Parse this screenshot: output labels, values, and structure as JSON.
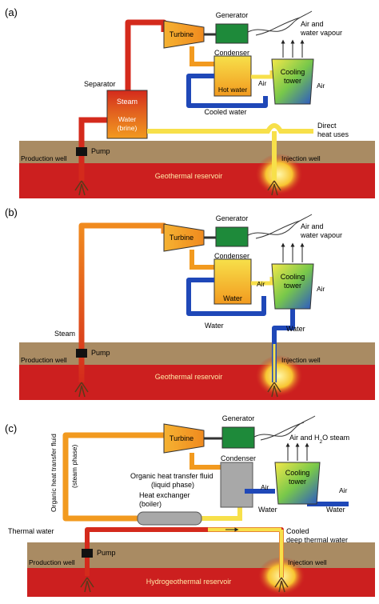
{
  "panels": [
    {
      "letter": "(a)",
      "generator": "Generator",
      "turbine": "Turbine",
      "condenser": "Condenser",
      "air_vapour_1": "Air and",
      "air_vapour_2": "water vapour",
      "cooling_1": "Cooling",
      "cooling_2": "tower",
      "air_left": "Air",
      "air_right": "Air",
      "cond_inside": "Hot water",
      "cooled_water": "Cooled water",
      "separator": "Separator",
      "steam": "Steam",
      "water_1": "Water",
      "water_2": "(brine)",
      "direct_1": "Direct",
      "direct_2": "heat uses",
      "pump": "Pump",
      "production_well": "Production well",
      "injection_well": "Injection well",
      "reservoir": "Geothermal reservoir"
    },
    {
      "letter": "(b)",
      "generator": "Generator",
      "turbine": "Turbine",
      "condenser": "Condenser",
      "air_vapour_1": "Air and",
      "air_vapour_2": "water vapour",
      "cooling_1": "Cooling",
      "cooling_2": "tower",
      "air_left": "Air",
      "air_right": "Air",
      "cond_inside": "Water",
      "water_label": "Water",
      "steam": "Steam",
      "pump": "Pump",
      "production_well": "Production well",
      "injection_well": "Injection well",
      "reservoir": "Geothermal reservoir"
    },
    {
      "letter": "(c)",
      "generator": "Generator",
      "turbine": "Turbine",
      "condenser": "Condenser",
      "air_steam_pre": "Air and H",
      "air_steam_sub": "2",
      "air_steam_post": "O steam",
      "cooling_1": "Cooling",
      "cooling_2": "tower",
      "air_left": "Air",
      "air_right": "Air",
      "water_left": "Water",
      "water_right": "Water",
      "organic_vertical_1": "Organic heat transfer fluid",
      "organic_vertical_2": "(steam phase)",
      "organic_liquid_1": "Organic heat transfer fluid",
      "organic_liquid_2": "(liquid phase)",
      "hx_1": "Heat exchanger",
      "hx_2": "(boiler)",
      "thermal_water": "Thermal water",
      "cooled_deep_1": "Cooled",
      "cooled_deep_2": "deep thermal water",
      "pump": "Pump",
      "production_well": "Production well",
      "injection_well": "Injection well",
      "reservoir": "Hydrogeothermal reservoir"
    }
  ],
  "colors": {
    "red": "#d42a1c",
    "orange": "#f29a1f",
    "yellow": "#f7e04a",
    "blue": "#1f48b8",
    "green": "#1e8a3a",
    "ground": "#a98b63",
    "reservoir": "#cc1f1f",
    "grey": "#a8a8a8"
  }
}
